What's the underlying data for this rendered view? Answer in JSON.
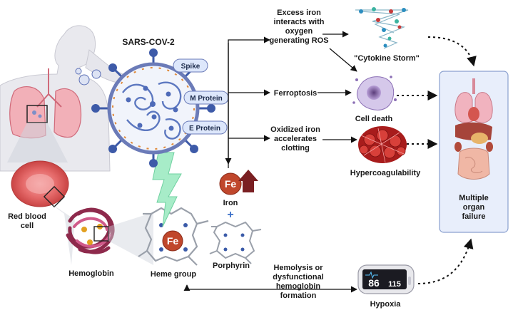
{
  "virus": {
    "name": "SARS-COV-2",
    "spike": "Spike",
    "m_protein": "M Protein",
    "e_protein": "E Protein"
  },
  "left": {
    "rbc": "Red blood\ncell",
    "hemoglobin": "Hemoglobin",
    "heme_group": "Heme group",
    "fe": "Fe"
  },
  "center": {
    "fe": "Fe",
    "iron": "Iron",
    "plus": "+",
    "porphyrin": "Porphyrin"
  },
  "pathways": {
    "ros": "Excess iron\ninteracts with\noxygen\ngenerating ROS",
    "cytokine": "\"Cytokine Storm\"",
    "ferroptosis": "Ferroptosis",
    "cell_death": "Cell death",
    "clotting": "Oxidized iron\naccelerates\nclotting",
    "hypercoag": "Hypercoagulability",
    "hemolysis": "Hemolysis or\ndysfunctional\nhemoglobin\nformation",
    "hypoxia": "Hypoxia",
    "oximeter_spo2": "86",
    "oximeter_pr": "115"
  },
  "outcome": {
    "label": "Multiple\norgan\nfailure"
  }
}
